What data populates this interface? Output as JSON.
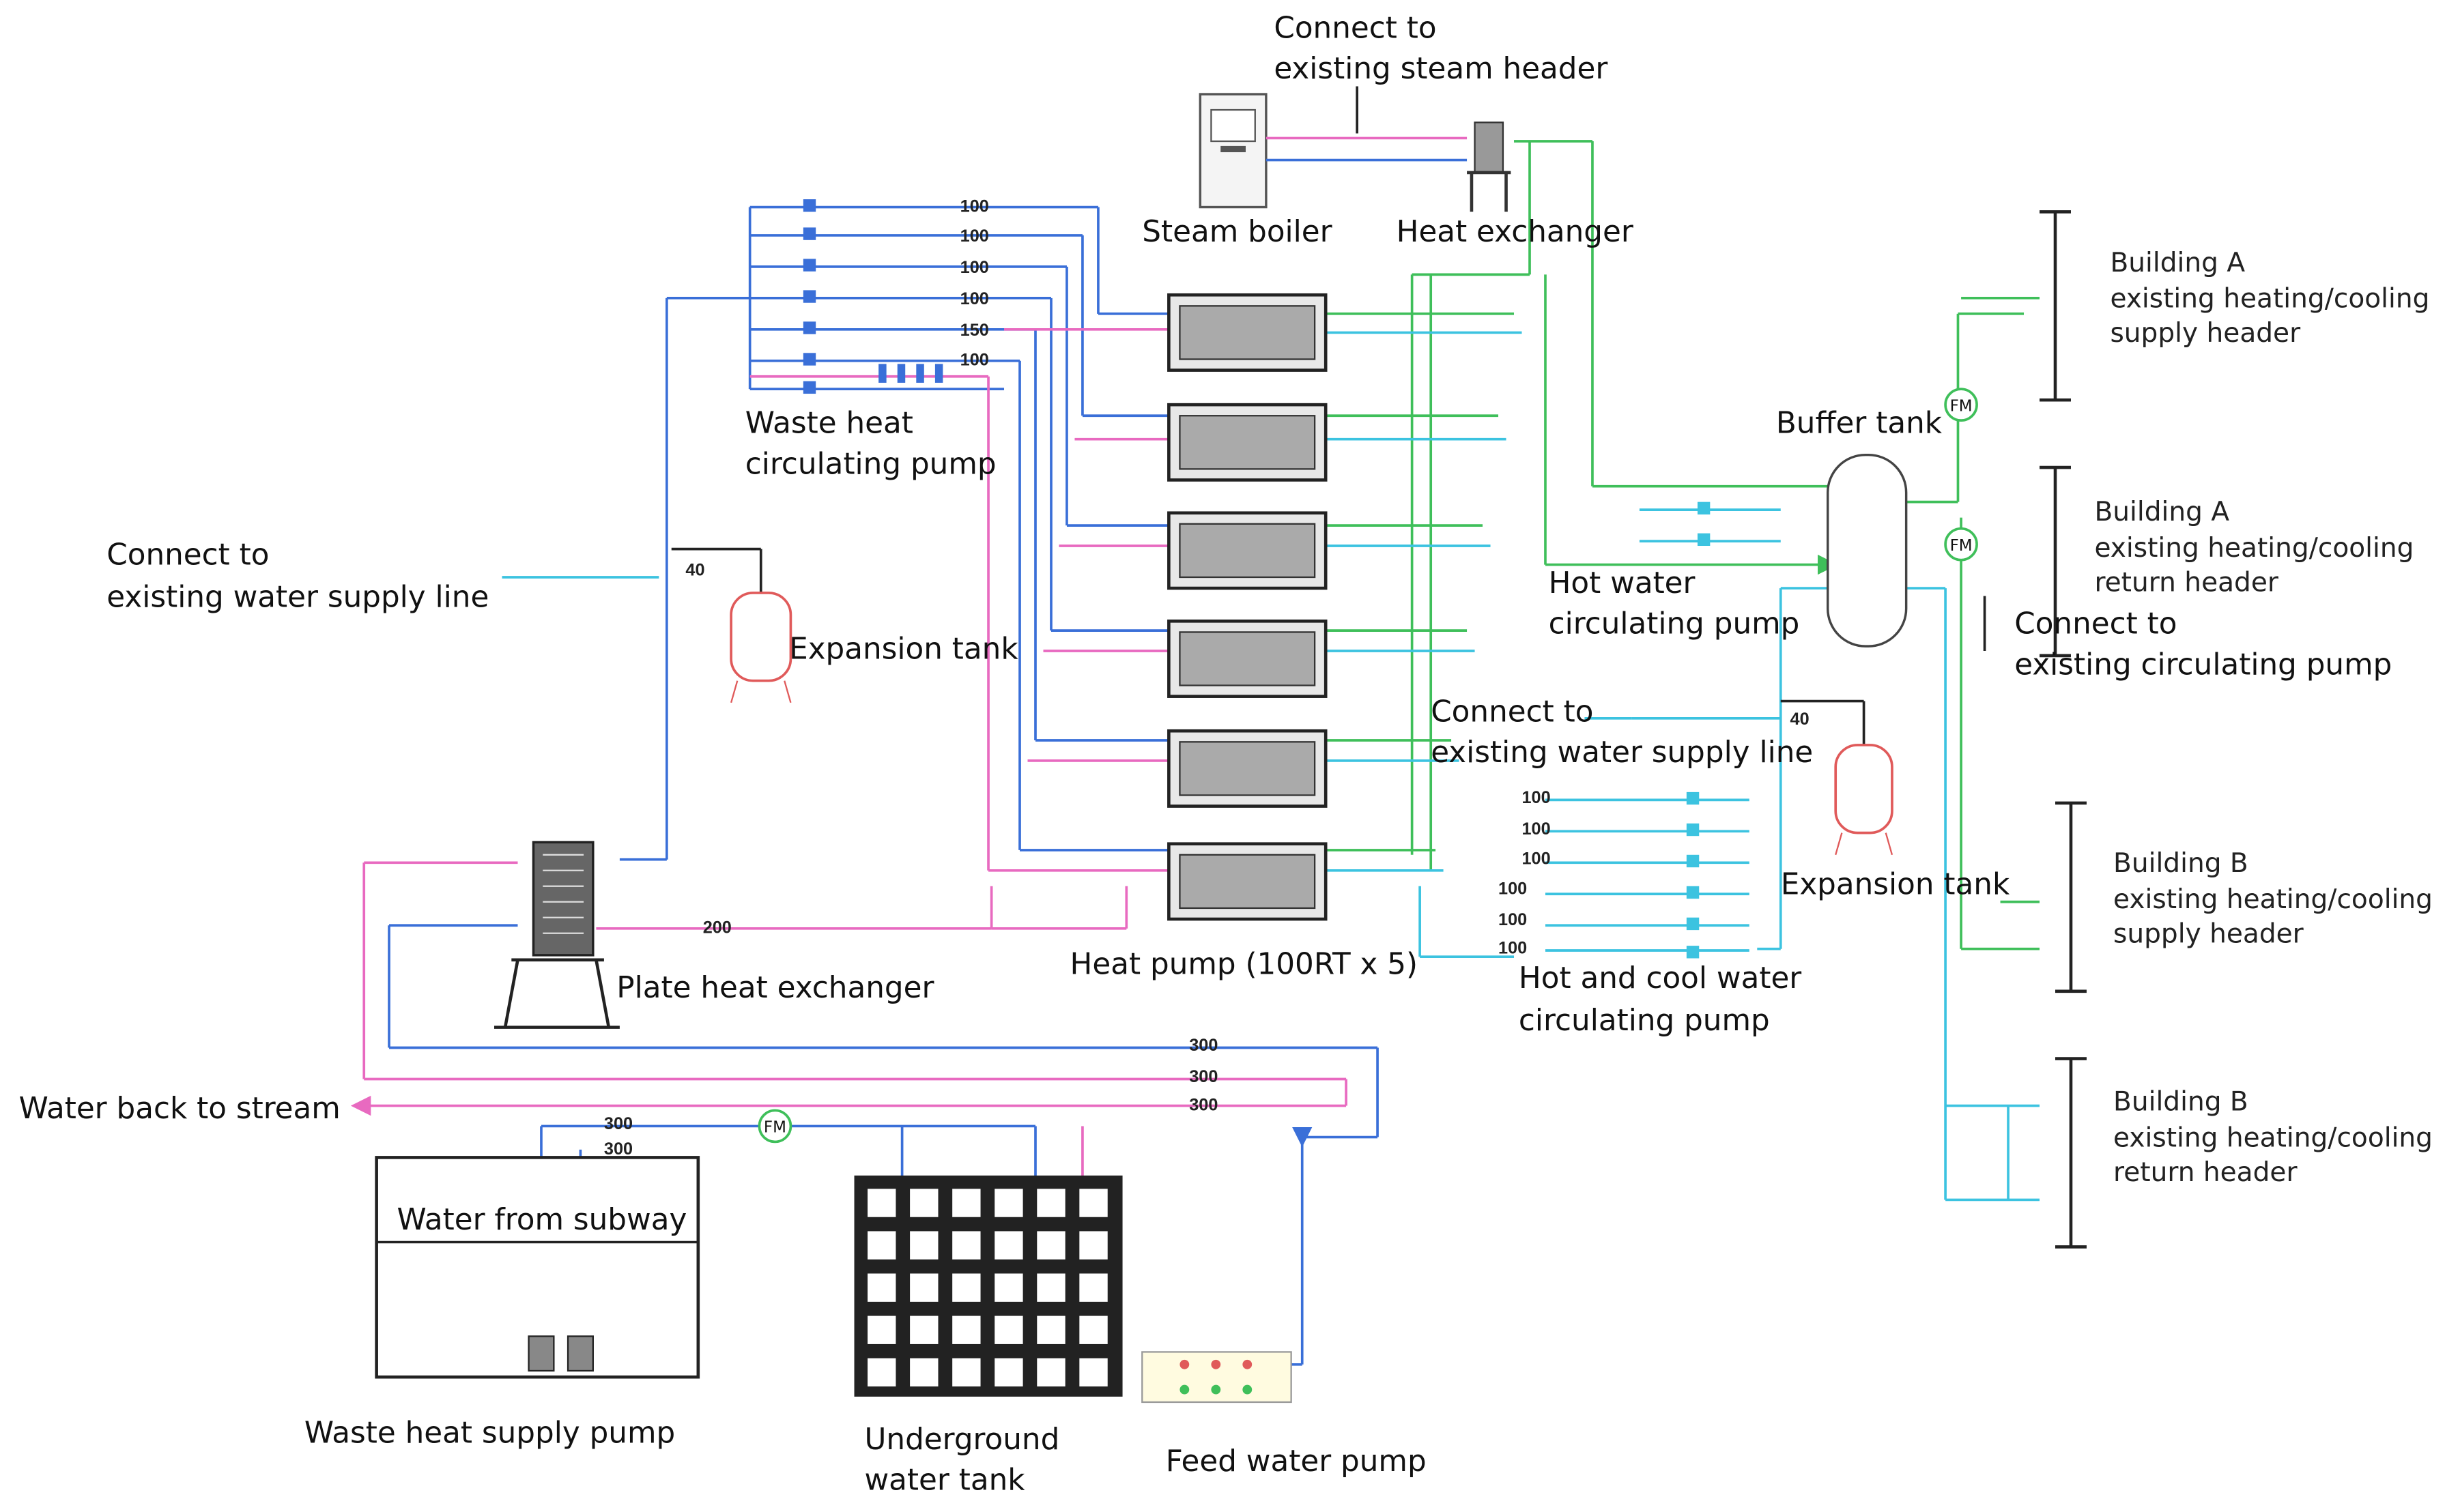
{
  "labels": {
    "connect_steam": [
      "Connect to",
      "existing steam header"
    ],
    "steam_boiler": "Steam boiler",
    "heat_exchanger": "Heat exchanger",
    "waste_heat_pump": [
      "Waste heat",
      "circulating pump"
    ],
    "connect_water_left": [
      "Connect to",
      "existing water supply line"
    ],
    "expansion_tank_left": "Expansion tank",
    "plate_hx": "Plate heat exchanger",
    "heat_pump": "Heat pump (100RT x 5)",
    "hot_water_pump": [
      "Hot water",
      "circulating pump"
    ],
    "connect_water_mid": [
      "Connect to",
      "existing water supply line"
    ],
    "expansion_tank_right": "Expansion tank",
    "hot_cool_pump": [
      "Hot and cool water",
      "circulating pump"
    ],
    "buffer_tank": "Buffer tank",
    "connect_circ": [
      "Connect to",
      "existing circulating pump"
    ],
    "building_a_supply": [
      "Building A",
      "existing heating/cooling",
      "supply header"
    ],
    "building_a_return": [
      "Building A",
      "existing heating/cooling",
      "return header"
    ],
    "building_b_supply": [
      "Building B",
      "existing heating/cooling",
      "supply header"
    ],
    "building_b_return": [
      "Building B",
      "existing heating/cooling",
      "return header"
    ],
    "water_back": "Water back to stream",
    "water_subway": "Water from subway",
    "waste_supply_pump": "Waste heat supply pump",
    "underground_tank": [
      "Underground",
      "water tank"
    ],
    "feed_pump": "Feed water pump",
    "flow_meter": "FM"
  },
  "pipe_sizes": {
    "waste_headers": [
      "100",
      "100",
      "100",
      "100",
      "150",
      "100"
    ],
    "plate_line": "200",
    "return_lines": [
      "300",
      "300",
      "300"
    ],
    "subway_lines": [
      "300",
      "300"
    ],
    "expansion_left": "40",
    "expansion_right": "40",
    "hot_cool_headers": [
      "100",
      "100",
      "100",
      "100",
      "100",
      "100"
    ]
  },
  "colors": {
    "blue": "#3a6fd8",
    "pink": "#e86ac0",
    "green": "#3fbf5a",
    "cyan": "#3cc3e0",
    "black": "#222222",
    "tank_red": "#e05a5a"
  }
}
